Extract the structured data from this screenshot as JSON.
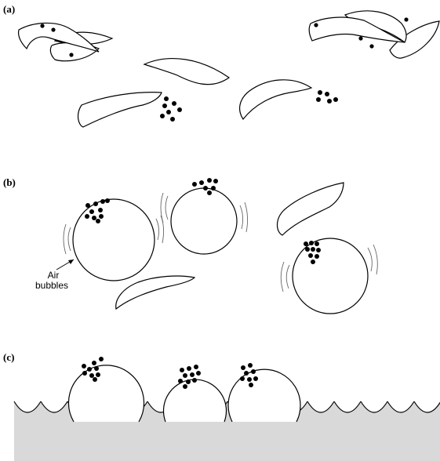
{
  "figure": {
    "panels": [
      {
        "id": "a",
        "label": "(a)"
      },
      {
        "id": "b",
        "label": "(b)"
      },
      {
        "id": "c",
        "label": "(c)"
      }
    ],
    "callout": {
      "line1": "Air",
      "line2": "bubbles"
    },
    "colors": {
      "stroke": "#000000",
      "particle": "#000000",
      "liquid_surface": "#d9d9d9",
      "background": "#ffffff"
    }
  }
}
